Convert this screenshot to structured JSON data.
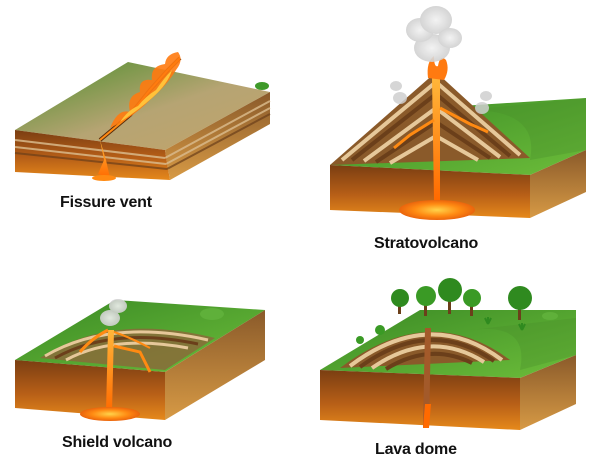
{
  "figure": {
    "panels": [
      {
        "id": "fissure",
        "caption": "Fissure vent"
      },
      {
        "id": "strato",
        "caption": "Stratovolcano"
      },
      {
        "id": "shield",
        "caption": "Shield volcano"
      },
      {
        "id": "dome",
        "caption": "Lava dome"
      }
    ]
  },
  "palette": {
    "grass": "#3f9a2a",
    "grass_light": "#6fbf3a",
    "soil_top": "#7a4a1c",
    "soil_mid": "#c8711d",
    "soil_bottom": "#e88a1a",
    "layer_tan": "#d9b98a",
    "layer_brown": "#6b3f1a",
    "magma": "#ff6a00",
    "magma_core": "#ffc23a",
    "smoke": "#d9d9d9",
    "tree": "#2f8a1f"
  }
}
